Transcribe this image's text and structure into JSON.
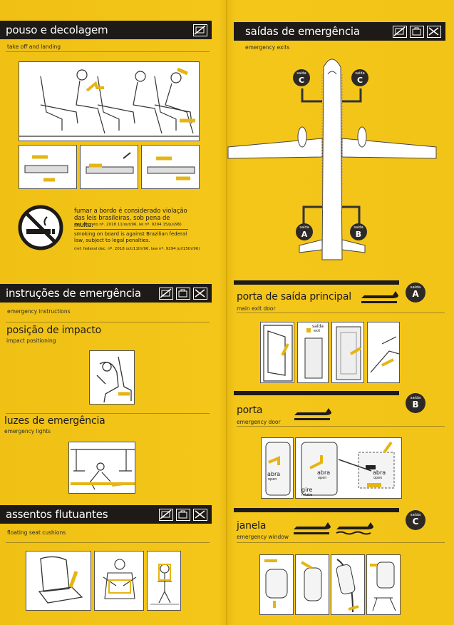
{
  "left": {
    "pouso": {
      "title": "pouso e decolagem",
      "sub": "take off and landing"
    },
    "smoking": {
      "pt": "fumar a bordo é considerado violação das leis brasileiras, sob pena de multa.",
      "pt_ref": "(ref. decreto nº. 2018 11/out/96, lei nº. 9294 15/jul/96)",
      "en": "smoking on board is against Brazilian federal law, subject to legal penalties.",
      "en_ref": "(ref. federal dec. nº. 2018 oct/11th/96, law nº. 9294 jul/15th/96)"
    },
    "instrucoes": {
      "title": "instruções de emergência",
      "sub": "emergency instructions"
    },
    "impacto": {
      "title": "posição de impacto",
      "sub": "impact positioning"
    },
    "luzes": {
      "title": "luzes de emergência",
      "sub": "emergency lights"
    },
    "assentos": {
      "title": "assentos flutuantes",
      "sub": "floating seat cushions"
    }
  },
  "right": {
    "saidas": {
      "title": "saídas de emergência",
      "sub": "emergency exits"
    },
    "exit_labels": {
      "small": "saída",
      "a": "A",
      "b": "B",
      "c": "C"
    },
    "principal": {
      "title": "porta de saída principal",
      "sub": "main exit door",
      "panel_label": "saída",
      "panel_label2": "exit"
    },
    "porta": {
      "title": "porta",
      "sub": "emergency door",
      "abra": "abra",
      "open": "open",
      "gire": "gire",
      "rotate": "rotate"
    },
    "janela": {
      "title": "janela",
      "sub": "emergency window"
    }
  },
  "colors": {
    "yellow": "#f3c418",
    "black": "#1d1a17",
    "white": "#ffffff"
  }
}
